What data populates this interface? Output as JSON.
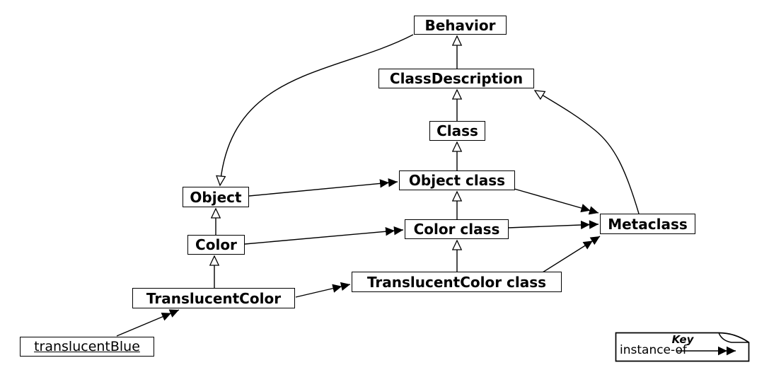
{
  "diagram": {
    "title_hint": "class and metaclass hierarchy",
    "background_color": "#ffffff",
    "line_color": "#000000",
    "box_fill_color": "#ffffff",
    "box_border_color": "#000000"
  },
  "nodes": {
    "behavior": {
      "label": "Behavior",
      "kind": "class"
    },
    "class_description": {
      "label": "ClassDescription",
      "kind": "class"
    },
    "class": {
      "label": "Class",
      "kind": "class"
    },
    "object_class": {
      "label": "Object class",
      "kind": "class"
    },
    "color_class": {
      "label": "Color class",
      "kind": "class"
    },
    "translucent_color_class": {
      "label": "TranslucentColor class",
      "kind": "class"
    },
    "metaclass": {
      "label": "Metaclass",
      "kind": "class"
    },
    "object": {
      "label": "Object",
      "kind": "class"
    },
    "color": {
      "label": "Color",
      "kind": "class"
    },
    "translucent_color": {
      "label": "TranslucentColor",
      "kind": "class"
    },
    "translucent_blue": {
      "label": "translucentBlue",
      "kind": "instance"
    }
  },
  "edges": [
    {
      "from": "ClassDescription",
      "to": "Behavior",
      "arrow_style": "hollow-triangle",
      "relation": "subclass-of"
    },
    {
      "from": "Class",
      "to": "ClassDescription",
      "arrow_style": "hollow-triangle",
      "relation": "subclass-of"
    },
    {
      "from": "Metaclass",
      "to": "ClassDescription",
      "arrow_style": "hollow-triangle",
      "relation": "subclass-of"
    },
    {
      "from": "Object class",
      "to": "Class",
      "arrow_style": "hollow-triangle",
      "relation": "subclass-of"
    },
    {
      "from": "Color class",
      "to": "Object class",
      "arrow_style": "hollow-triangle",
      "relation": "subclass-of"
    },
    {
      "from": "TranslucentColor class",
      "to": "Color class",
      "arrow_style": "hollow-triangle",
      "relation": "subclass-of"
    },
    {
      "from": "Behavior",
      "to": "Object",
      "arrow_style": "hollow-triangle",
      "relation": "subclass-of"
    },
    {
      "from": "Color",
      "to": "Object",
      "arrow_style": "hollow-triangle",
      "relation": "subclass-of"
    },
    {
      "from": "TranslucentColor",
      "to": "Color",
      "arrow_style": "hollow-triangle",
      "relation": "subclass-of"
    },
    {
      "from": "Object",
      "to": "Object class",
      "arrow_style": "double-solid",
      "relation": "instance-of"
    },
    {
      "from": "Color",
      "to": "Color class",
      "arrow_style": "double-solid",
      "relation": "instance-of"
    },
    {
      "from": "TranslucentColor",
      "to": "TranslucentColor class",
      "arrow_style": "double-solid",
      "relation": "instance-of"
    },
    {
      "from": "translucentBlue",
      "to": "TranslucentColor",
      "arrow_style": "double-solid",
      "relation": "instance-of"
    },
    {
      "from": "Object class",
      "to": "Metaclass",
      "arrow_style": "double-solid",
      "relation": "instance-of"
    },
    {
      "from": "Color class",
      "to": "Metaclass",
      "arrow_style": "double-solid",
      "relation": "instance-of"
    },
    {
      "from": "TranslucentColor class",
      "to": "Metaclass",
      "arrow_style": "double-solid",
      "relation": "instance-of"
    }
  ],
  "key": {
    "title": "Key",
    "instance_of_label": "instance-of"
  }
}
